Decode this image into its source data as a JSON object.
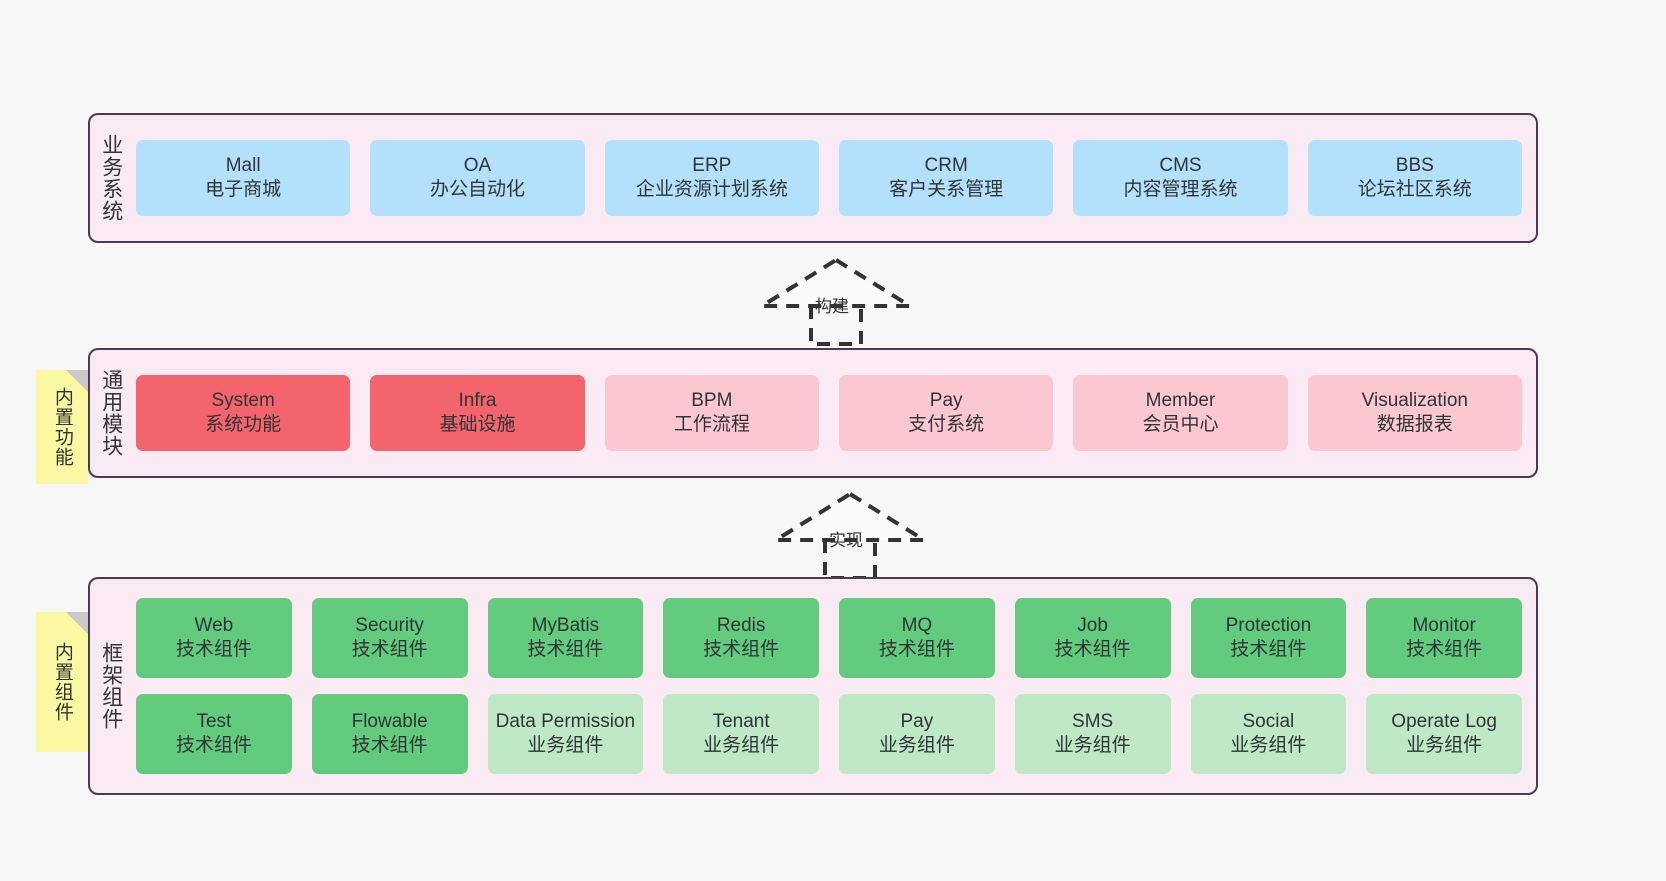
{
  "diagram": {
    "background_color": "#f7f7f7",
    "layers": [
      {
        "id": "business",
        "title": "业务系统",
        "color": "#b3e0fb",
        "rows": [
          {
            "cells": [
              {
                "name": "Mall",
                "desc": "电子商城"
              },
              {
                "name": "OA",
                "desc": "办公自动化"
              },
              {
                "name": "ERP",
                "desc": "企业资源计划系统"
              },
              {
                "name": "CRM",
                "desc": "客户关系管理"
              },
              {
                "name": "CMS",
                "desc": "内容管理系统"
              },
              {
                "name": "BBS",
                "desc": "论坛社区系统"
              }
            ]
          }
        ]
      },
      {
        "id": "common",
        "title": "通用模块",
        "note": "内置功能",
        "rows": [
          {
            "cells": [
              {
                "name": "System",
                "desc": "系统功能"
              },
              {
                "name": "Infra",
                "desc": "基础设施"
              },
              {
                "name": "BPM",
                "desc": "工作流程"
              },
              {
                "name": "Pay",
                "desc": "支付系统"
              },
              {
                "name": "Member",
                "desc": "会员中心"
              },
              {
                "name": "Visualization",
                "desc": "数据报表"
              }
            ]
          }
        ]
      },
      {
        "id": "framework",
        "title": "框架组件",
        "note": "内置组件",
        "rows": [
          {
            "cells": [
              {
                "name": "Web",
                "desc": "技术组件"
              },
              {
                "name": "Security",
                "desc": "技术组件"
              },
              {
                "name": "MyBatis",
                "desc": "技术组件"
              },
              {
                "name": "Redis",
                "desc": "技术组件"
              },
              {
                "name": "MQ",
                "desc": "技术组件"
              },
              {
                "name": "Job",
                "desc": "技术组件"
              },
              {
                "name": "Protection",
                "desc": "技术组件"
              },
              {
                "name": "Monitor",
                "desc": "技术组件"
              }
            ]
          },
          {
            "cells": [
              {
                "name": "Test",
                "desc": "技术组件"
              },
              {
                "name": "Flowable",
                "desc": "技术组件"
              },
              {
                "name": "Data Permission",
                "desc": "业务组件"
              },
              {
                "name": "Tenant",
                "desc": "业务组件"
              },
              {
                "name": "Pay",
                "desc": "业务组件"
              },
              {
                "name": "SMS",
                "desc": "业务组件"
              },
              {
                "name": "Social",
                "desc": "业务组件"
              },
              {
                "name": "Operate Log",
                "desc": "业务组件"
              }
            ]
          }
        ]
      }
    ],
    "connectors": [
      {
        "id": "build",
        "label": "构建"
      },
      {
        "id": "impl",
        "label": "实现"
      }
    ],
    "colors": {
      "layer_background": "#faeaf4",
      "layer_border": "#4a3b4d",
      "blue": "#b3e0fb",
      "red": "#f4646d",
      "pink": "#fbc8d1",
      "green": "#63cb7e",
      "green_light": "#bfe8c7",
      "note_yellow": "#fbf8a3",
      "note_fold": "#c9c9c9"
    }
  }
}
